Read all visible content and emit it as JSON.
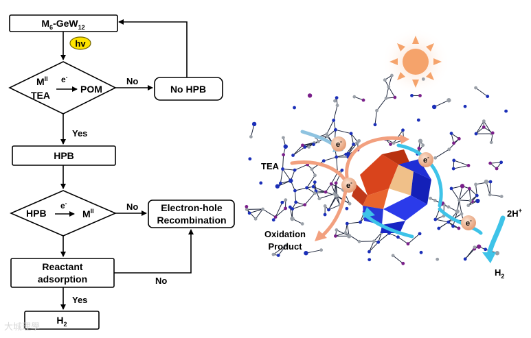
{
  "flowchart": {
    "start": {
      "main": "M",
      "sub1": "6",
      "mid": "-GeW",
      "sub2": "12"
    },
    "light_badge": "hv",
    "decision1": {
      "ion": "M",
      "ion_sup": "II",
      "donor": "TEA",
      "electron": "e",
      "electron_sup": "-",
      "target": "POM"
    },
    "no_hpb": "No HPB",
    "hpb": "HPB",
    "decision2": {
      "left": "HPB",
      "electron": "e",
      "electron_sup": "-",
      "right": "M",
      "right_sup": "II"
    },
    "recombination": {
      "line1": "Electron-hole",
      "line2": "Recombination"
    },
    "adsorption": {
      "line1": "Reactant",
      "line2": "adsorption"
    },
    "product": {
      "main": "H",
      "sub": "2"
    },
    "labels": {
      "no": "No",
      "yes": "Yes"
    }
  },
  "scheme": {
    "electron": "e",
    "electron_sup": "-",
    "donor": "TEA",
    "oxidation": {
      "line1": "Oxidation",
      "line2": "Product"
    },
    "protons": {
      "main": "2H",
      "sup": "+"
    },
    "hydrogen": {
      "main": "H",
      "sub": "2"
    },
    "icons": {
      "light": "sun-icon"
    },
    "colors": {
      "sun": "#f5a36b",
      "polyoxometalate_red": "#d9441c",
      "polyoxometalate_blue": "#1f2fd6",
      "electron_flow": "#3ec3e8",
      "hole_flow": "#f2a07f"
    }
  },
  "watermark": "大城理學"
}
